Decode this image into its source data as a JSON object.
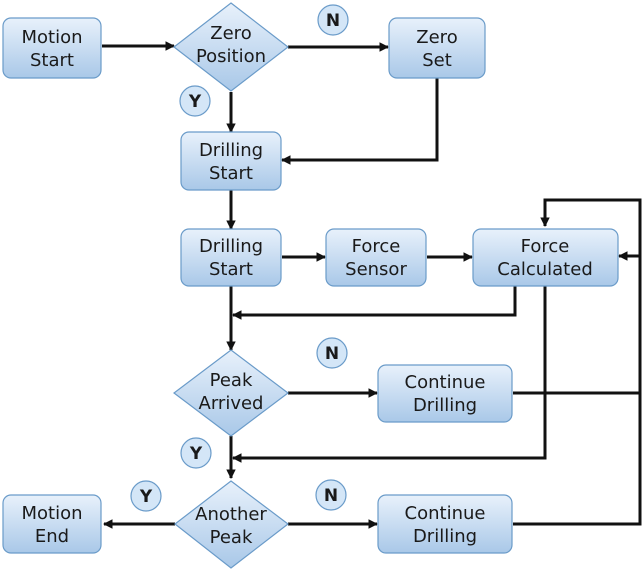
{
  "colors": {
    "fill_top": "#e8f1fb",
    "fill_bottom": "#a9c8e8",
    "stroke": "#6a9bc9",
    "edge": "#111111"
  },
  "nodes": {
    "motion_start": [
      "Motion",
      "Start"
    ],
    "zero_position": [
      "Zero",
      "Position"
    ],
    "zero_set": [
      "Zero",
      "Set"
    ],
    "drilling_start_1": [
      "Drilling",
      "Start"
    ],
    "drilling_start_2": [
      "Drilling",
      "Start"
    ],
    "force_sensor": [
      "Force",
      "Sensor"
    ],
    "force_calculated": [
      "Force",
      "Calculated"
    ],
    "peak_arrived": [
      "Peak",
      "Arrived"
    ],
    "continue_drilling_1": [
      "Continue",
      "Drilling"
    ],
    "motion_end": [
      "Motion",
      "End"
    ],
    "another_peak": [
      "Another",
      "Peak"
    ],
    "continue_drilling_2": [
      "Continue",
      "Drilling"
    ]
  },
  "badges": {
    "zero_no": "N",
    "zero_yes": "Y",
    "peak_no": "N",
    "peak_yes": "Y",
    "another_yes": "Y",
    "another_no": "N"
  }
}
